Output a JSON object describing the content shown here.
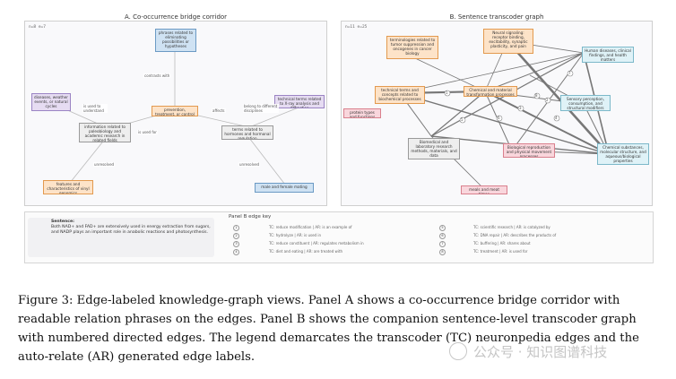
{
  "panelA": {
    "title": "A. Co-occurrence bridge corridor",
    "stats": "n=8  e=7",
    "nodes": {
      "phrases": "phrases related to eliminating possibilities or hypotheses",
      "diseases": "diseases, weather events, or natural cycles",
      "technical": "technical terms related to X-ray analysis and diffraction",
      "prevention": "prevention, treatment, or control",
      "information": "information related to paleobiology and academic research in related fields",
      "terms": "terms related to hormones and hormonal regulation",
      "features": "features and characteristics of vinyl genomics",
      "male": "male and female mating"
    },
    "edges": {
      "contrasts": "contrasts with",
      "used_understand": "is used to understand",
      "affects": "affects",
      "belong": "belong to different disciplines",
      "used_for": "is used for",
      "unresolved1": "unresolved",
      "unresolved2": "unresolved"
    }
  },
  "panelB": {
    "title": "B. Sentence transcoder graph",
    "stats": "n=11  e=25",
    "nodes": {
      "terminologies": "terminologies related to tumor suppression and oncogenes in cancer biology",
      "neural": "Neural signaling: receptor binding, excitability, synaptic plasticity, and pain",
      "human": "Human diseases, clinical findings, and health matters",
      "technical": "technical terms and concepts related to biochemical processes",
      "chemical": "Chemical and material transformation processes",
      "sensory": "Sensory perception, consumption, and structural modifiers",
      "protein": "protein types and functions",
      "biomedical": "Biomedical and laboratory research methods, materials, and data",
      "biological": "Biological reproduction and physical movement processes",
      "substances": "Chemical substances, molecular structure, and aqueous/biological properties",
      "meals": "meals and meat times"
    },
    "edge_numbers": [
      "1",
      "2",
      "3",
      "4",
      "5",
      "6",
      "7",
      "8"
    ]
  },
  "legend": {
    "sentence_label": "Sentence:",
    "sentence_text": "Both NAD+ and FAD+ are extensively used in energy extraction from sugars, and NADP plays an important role in anabolic reactions and photosynthesis.",
    "key_title": "Panel B edge key",
    "left": [
      {
        "n": "1",
        "text": "TC: reduce modification | AR: is an example of"
      },
      {
        "n": "2",
        "text": "TC: hydrolyze | AR: is used in"
      },
      {
        "n": "3",
        "text": "TC: reduce constituent | AR: regulates metabolism in"
      },
      {
        "n": "4",
        "text": "TC: diet and eating | AR: are treated with"
      }
    ],
    "right": [
      {
        "n": "5",
        "text": "TC: scientific research | AR: is catalyzed by"
      },
      {
        "n": "6",
        "text": "TC: DNA repair | AR: describes the products of"
      },
      {
        "n": "7",
        "text": "TC: buffering | AR: shares about"
      },
      {
        "n": "8",
        "text": "TC: treatment | AR: is used for"
      }
    ]
  },
  "caption": "Figure 3: Edge-labeled knowledge-graph views. Panel A shows a co-occurrence bridge corridor with readable relation phrases on the edges. Panel B shows the companion sentence-level transcoder graph with numbered directed edges. The legend demarcates the transcoder (TC) neuronpedia edges and the auto-relate (AR) generated edge labels.",
  "watermark": "公众号 · 知识图谱科技",
  "colors": {
    "blue_fill": "#cfe2f3",
    "blue_border": "#6b9ac4",
    "purple_fill": "#e6dcf2",
    "purple_border": "#9b84c4",
    "orange_fill": "#fde3c8",
    "orange_border": "#e39a4f",
    "gray_fill": "#eeeeee",
    "gray_border": "#9a9a9a",
    "pink_fill": "#f9d6dc",
    "pink_border": "#d9808d",
    "cyan_fill": "#dff2f7",
    "cyan_border": "#7cb8c9"
  }
}
